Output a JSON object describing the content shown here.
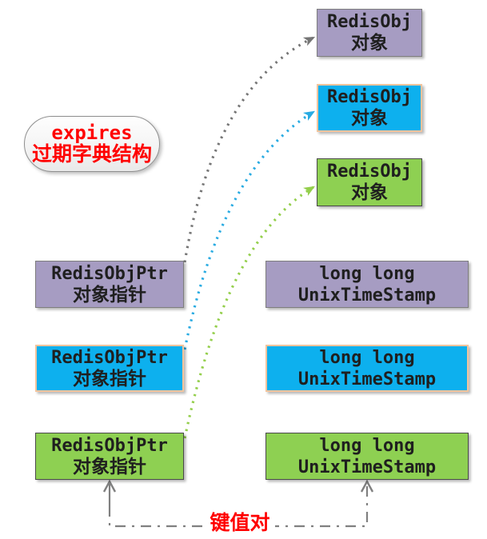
{
  "title_bubble": {
    "line1": "expires",
    "line2": "过期字典结构"
  },
  "kv_label": "键值对",
  "colors": {
    "purple": "#a69cc2",
    "blue": "#0db0ee",
    "green": "#8ed052",
    "purple_border": "#7d7d7d",
    "blue_border": "#f2c49d",
    "green_border": "#4a4a4a",
    "gray_arrow": "#757575",
    "blue_arrow": "#29abe2",
    "green_arrow": "#94cf4c",
    "connector": "#808080",
    "label_red": "#ff0000",
    "text_dark": "#1f1f1f"
  },
  "obj_boxes": [
    {
      "line1": "RedisObj",
      "line2": "对象",
      "color": "purple"
    },
    {
      "line1": "RedisObj",
      "line2": "对象",
      "color": "blue"
    },
    {
      "line1": "RedisObj",
      "line2": "对象",
      "color": "green"
    }
  ],
  "ptr_boxes": [
    {
      "line1": "RedisObjPtr",
      "line2": "对象指针",
      "color": "purple"
    },
    {
      "line1": "RedisObjPtr",
      "line2": "对象指针",
      "color": "blue"
    },
    {
      "line1": "RedisObjPtr",
      "line2": "对象指针",
      "color": "green"
    }
  ],
  "ts_boxes": [
    {
      "line1": "long long",
      "line2": "UnixTimeStamp",
      "color": "purple"
    },
    {
      "line1": "long long",
      "line2": "UnixTimeStamp",
      "color": "blue"
    },
    {
      "line1": "long long",
      "line2": "UnixTimeStamp",
      "color": "green"
    }
  ]
}
